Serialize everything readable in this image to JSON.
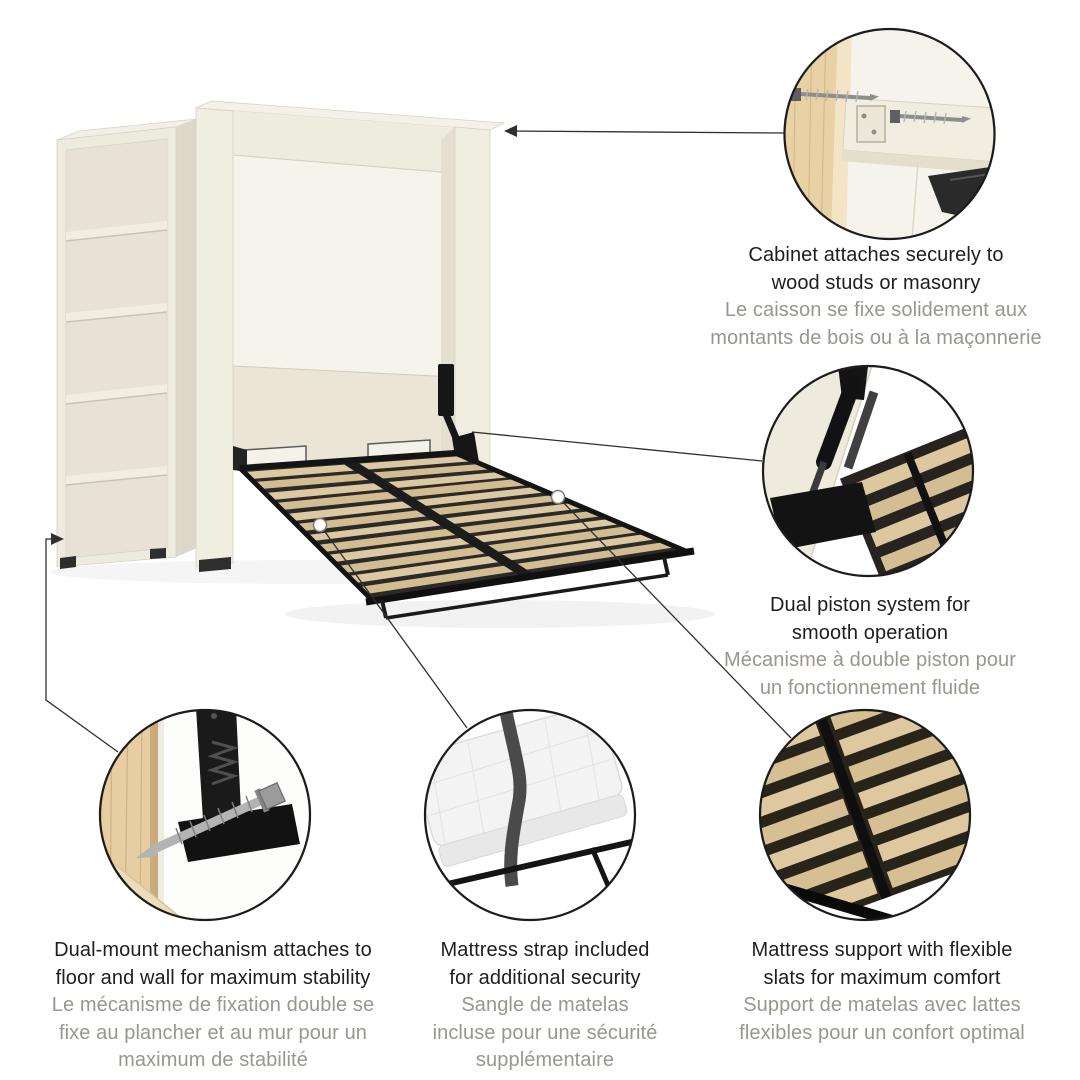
{
  "callouts": [
    {
      "id": "cabinet-mount",
      "en_lines": [
        "Cabinet attaches securely to",
        "wood studs or masonry"
      ],
      "fr_lines": [
        "Le caisson se fixe solidement aux",
        "montants de bois ou à la maçonnerie"
      ]
    },
    {
      "id": "dual-piston",
      "en_lines": [
        "Dual piston system for",
        "smooth operation"
      ],
      "fr_lines": [
        "Mécanisme à double piston pour",
        "un fonctionnement fluide"
      ]
    },
    {
      "id": "dual-mount",
      "en_lines": [
        "Dual-mount mechanism attaches to",
        "floor and wall for maximum stability"
      ],
      "fr_lines": [
        "Le mécanisme de fixation double se",
        "fixe au plancher et au mur pour un",
        "maximum de stabilité"
      ]
    },
    {
      "id": "mattress-strap",
      "en_lines": [
        "Mattress strap included",
        "for additional security"
      ],
      "fr_lines": [
        "Sangle de matelas",
        "incluse pour une sécurité",
        "supplémentaire"
      ]
    },
    {
      "id": "flexible-slats",
      "en_lines": [
        "Mattress support with flexible",
        "slats for maximum comfort"
      ],
      "fr_lines": [
        "Support de matelas avec lattes",
        "flexibles pour un confort optimal"
      ]
    }
  ],
  "colors": {
    "text_primary": "#1e1e1e",
    "text_secondary": "#9a958e",
    "cabinet_linen": "#efece0",
    "slat_wood": "#dcc9a2",
    "metal_black": "#1b1b1b",
    "leader_line": "#2f2f2f"
  }
}
